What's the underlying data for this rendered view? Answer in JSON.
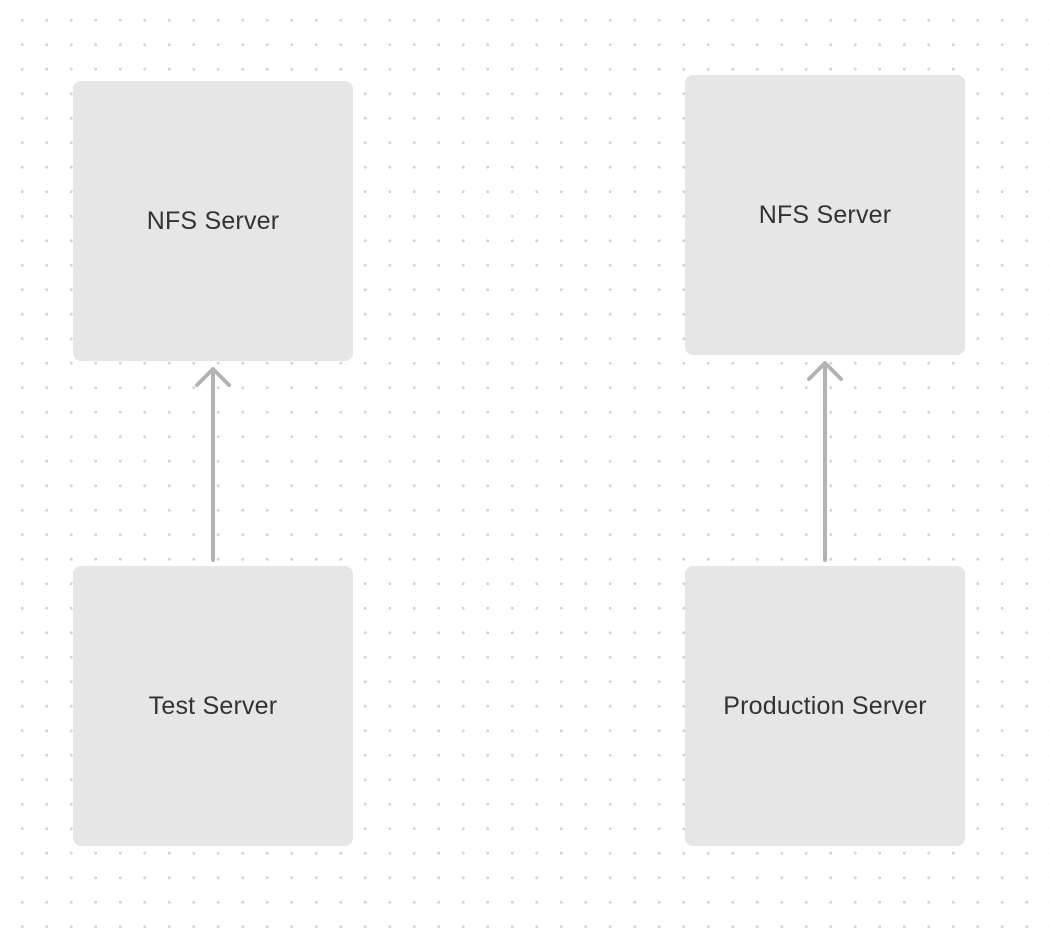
{
  "diagram": {
    "nodes": [
      {
        "id": "nfs-left",
        "label": "NFS Server"
      },
      {
        "id": "nfs-right",
        "label": "NFS Server"
      },
      {
        "id": "test",
        "label": "Test Server"
      },
      {
        "id": "prod",
        "label": "Production Server"
      }
    ],
    "edges": [
      {
        "from": "test",
        "to": "nfs-left",
        "arrow": "end"
      },
      {
        "from": "prod",
        "to": "nfs-right",
        "arrow": "end"
      }
    ],
    "colors": {
      "node_fill": "#e6e6e6",
      "node_text": "#333333",
      "connector": "#b3b3b3",
      "background": "#ffffff",
      "grid_dot": "#d2d2d2"
    }
  }
}
